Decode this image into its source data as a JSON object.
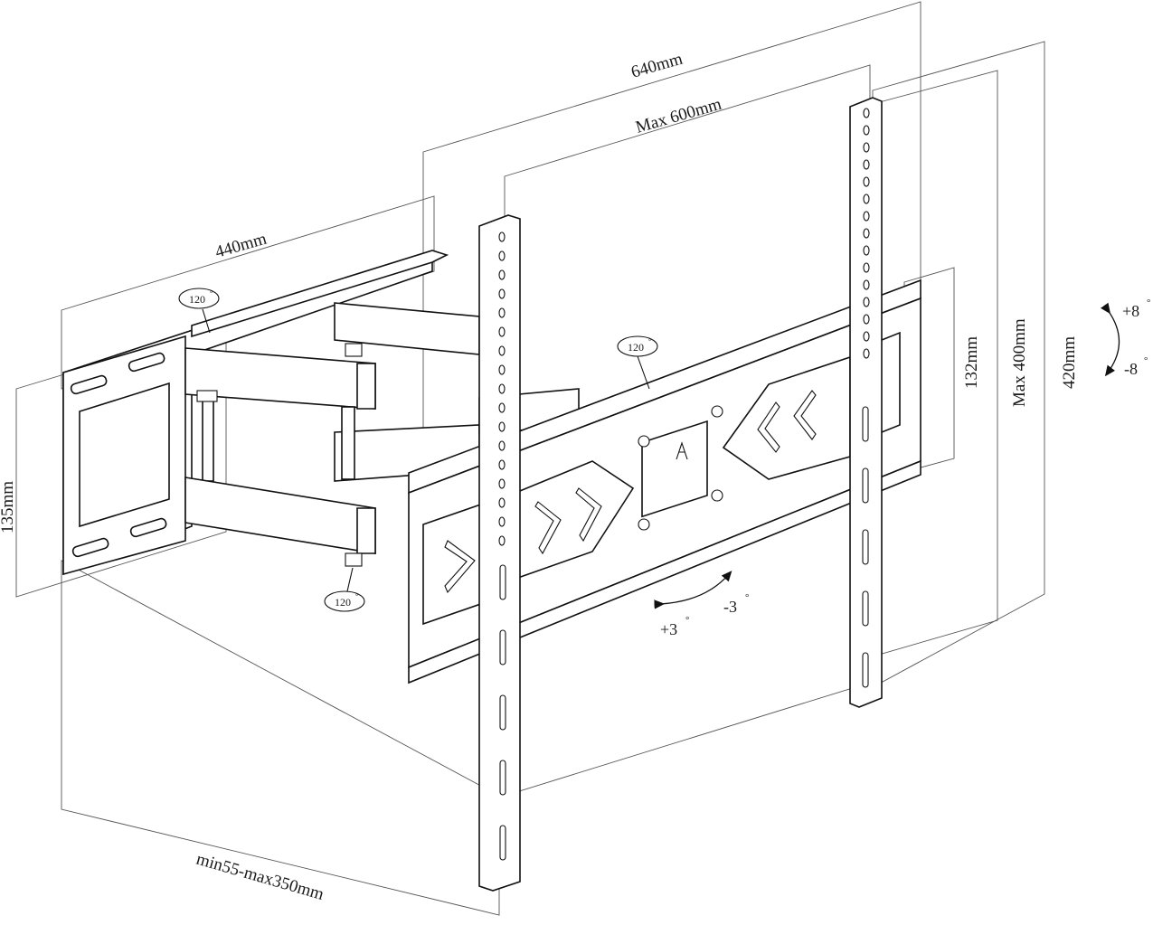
{
  "dimensions": {
    "width_640": "640mm",
    "max_600": "Max 600mm",
    "width_440": "440mm",
    "height_135": "135mm",
    "height_132": "132mm",
    "max_400": "Max 400mm",
    "height_420": "420mm",
    "extension": "min55-max350mm"
  },
  "rotations": {
    "swivel_top": "120",
    "swivel_center": "120",
    "swivel_bottom": "120",
    "degree_mark": "°",
    "tilt_up": "+8",
    "tilt_down": "-8",
    "level_minus": "-3",
    "level_plus": "+3"
  },
  "colors": {
    "line": "#111111",
    "dimension_line": "#555555",
    "background": "#ffffff"
  }
}
